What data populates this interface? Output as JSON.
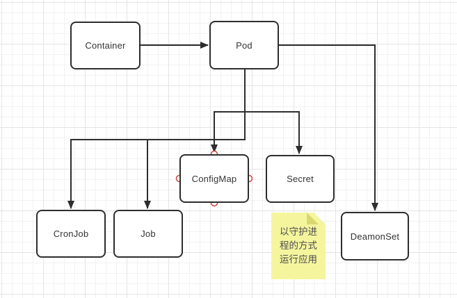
{
  "diagram": {
    "nodes": [
      {
        "id": "container",
        "label": "Container"
      },
      {
        "id": "pod",
        "label": "Pod"
      },
      {
        "id": "configmap",
        "label": "ConfigMap"
      },
      {
        "id": "secret",
        "label": "Secret"
      },
      {
        "id": "cronjob",
        "label": "CronJob"
      },
      {
        "id": "job",
        "label": "Job"
      },
      {
        "id": "deamonset",
        "label": "DeamonSet"
      }
    ],
    "edges": [
      {
        "from": "Container",
        "to": "Pod"
      },
      {
        "from": "Pod",
        "to": "ConfigMap"
      },
      {
        "from": "Pod",
        "to": "Secret"
      },
      {
        "from": "Pod",
        "to": "CronJob"
      },
      {
        "from": "Pod",
        "to": "Job"
      },
      {
        "from": "Pod",
        "to": "DeamonSet"
      }
    ],
    "sticky_note": {
      "text": "以守护进程的方式运行应用"
    },
    "connection_points_on": "ConfigMap"
  },
  "colors": {
    "node_border": "#2d2d2d",
    "node_fill": "#ffffff",
    "edge": "#2d2d2d",
    "text": "#333333",
    "note_fill": "#f5f59e",
    "note_fold": "#d8d86e",
    "note_text": "#4d4d4d",
    "connection_point": "#c9473f",
    "grid_minor": "#f2f2f2",
    "grid_major": "#e4e4e4"
  }
}
